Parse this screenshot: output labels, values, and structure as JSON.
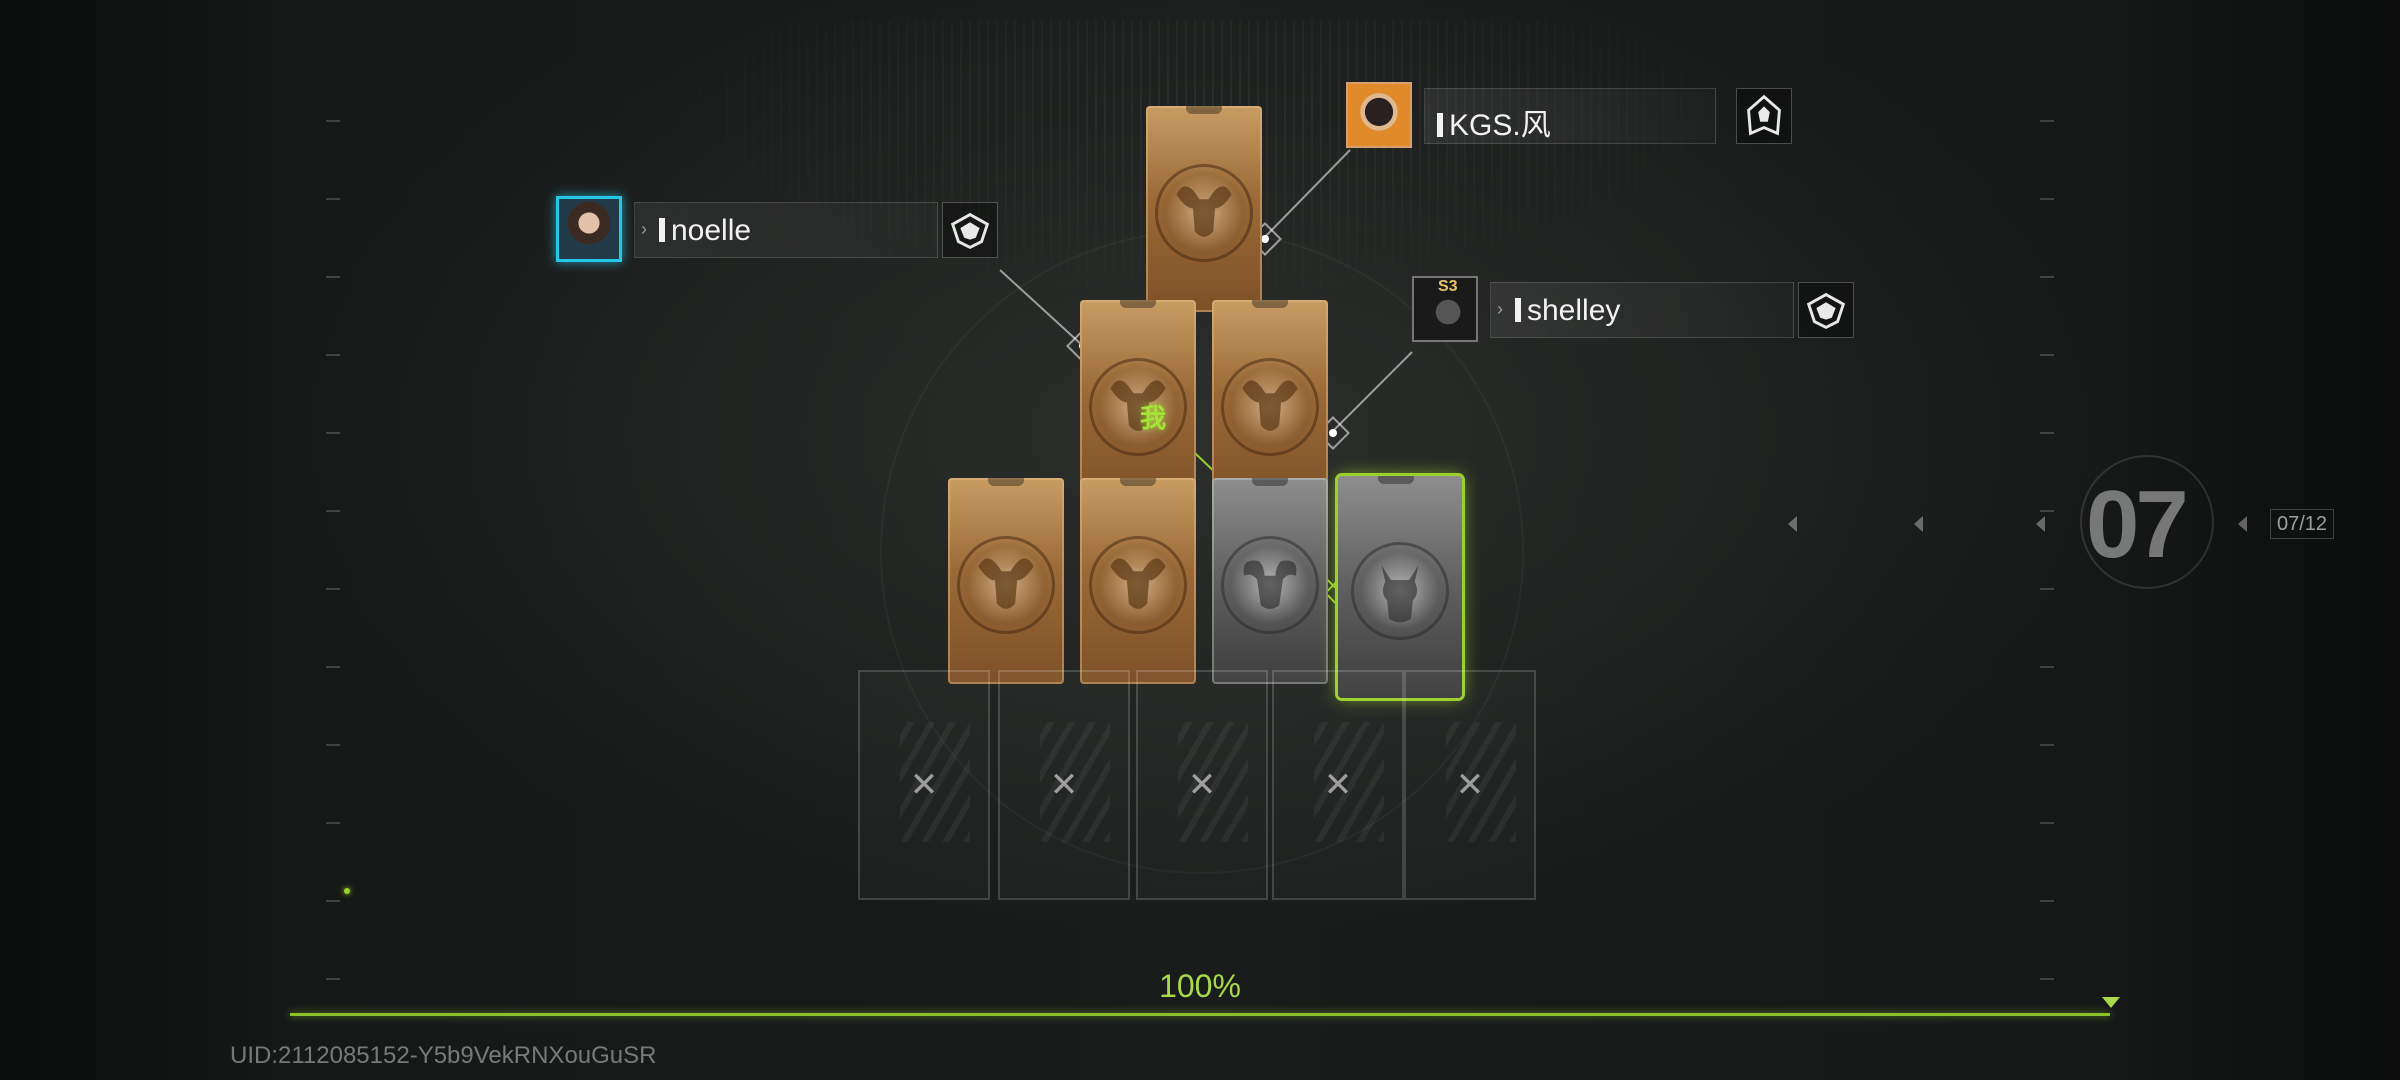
{
  "players": [
    {
      "name": "noelle",
      "avatar": "portrait-avatar",
      "rank_icon": "rank-emblem-icon"
    },
    {
      "name": "KGS.风",
      "avatar": "pumpkin-avatar",
      "rank_icon": "hooded-rank-icon"
    },
    {
      "name": "shelley",
      "avatar": "dark-avatar",
      "avatar_badge": "S3",
      "rank_icon": "rank-emblem-icon"
    }
  ],
  "me_label": "我",
  "pyramid": {
    "row1": [
      "gold"
    ],
    "row2": [
      "gold",
      "gold"
    ],
    "row3": [
      "gold",
      "gold",
      "silver",
      "silver"
    ],
    "selected_card": "row3-4"
  },
  "empty_slots": 5,
  "round": {
    "number": "07",
    "count": "07/12"
  },
  "progress": {
    "label": "100%",
    "value": 1.0
  },
  "uid": "UID:2112085152-Y5b9VekRNXouGuSR",
  "colors": {
    "accent": "#9ad12a",
    "gold": "#b08149",
    "silver": "#7a7a7a"
  }
}
